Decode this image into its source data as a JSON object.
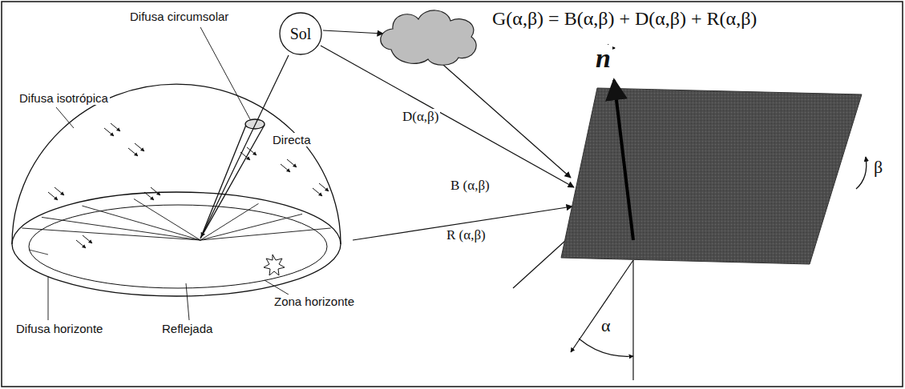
{
  "diagram": {
    "nodes": [
      {
        "text": [
          "Sol"
        ]
      }
    ],
    "labels": [
      "G(α,β) = B(α,β) + D(α,β) + R(α,β)",
      "Difusa circumsolar",
      "Directa",
      "Difusa isotrópica",
      "Zona horizonte",
      "Difusa horizonte",
      "Reflejada",
      "n",
      "D(α,β)",
      "B (α,β)",
      "R (α,β)",
      "β",
      "α"
    ]
  }
}
